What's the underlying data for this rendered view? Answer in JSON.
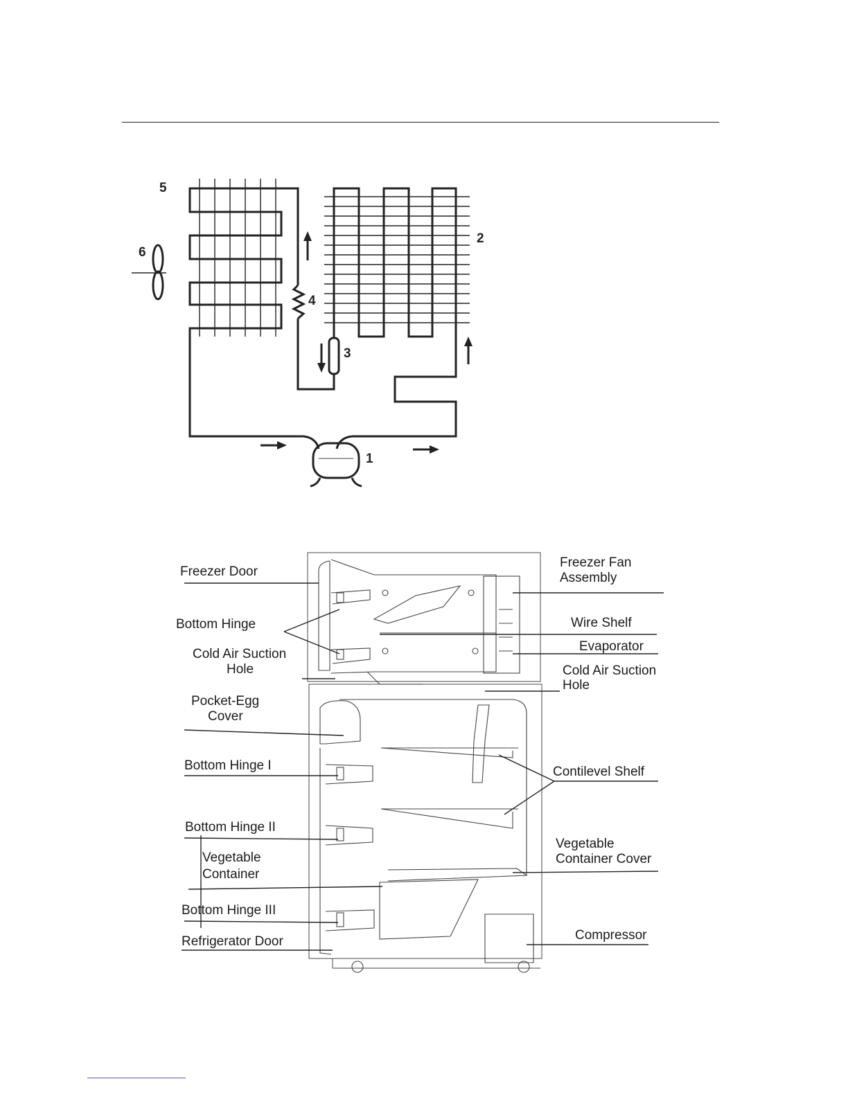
{
  "refrigeration_cycle": {
    "numbers": [
      "1",
      "2",
      "3",
      "4",
      "5",
      "6"
    ]
  },
  "cross_section": {
    "labels_left": [
      "Freezer Door",
      "Bottom Hinge",
      "Cold Air Suction",
      "Hole",
      "Pocket-Egg",
      "Cover",
      "Bottom Hinge I",
      "Bottom Hinge II",
      "Vegetable",
      "Container",
      "Bottom Hinge III",
      "Refrigerator Door"
    ],
    "labels_right": [
      "Freezer Fan",
      "Assembly",
      "Wire Shelf",
      "Evaporator",
      "Cold Air Suction",
      "Hole",
      "Contilevel Shelf",
      "Vegetable",
      "Container Cover",
      "Compressor"
    ]
  }
}
